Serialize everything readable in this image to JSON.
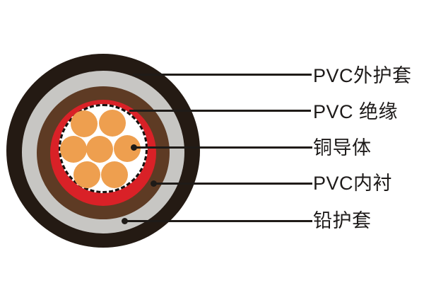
{
  "canvas": {
    "background": "#ffffff"
  },
  "layers": [
    {
      "name": "pvc-outer-sheath",
      "color": "#241a13"
    },
    {
      "name": "lead-sheath",
      "color": "#c7c6c3"
    },
    {
      "name": "pvc-inner-lining",
      "color": "#5e3b24"
    },
    {
      "name": "pvc-insulation",
      "color": "#d92127"
    },
    {
      "name": "filler",
      "color": "#ffffff",
      "border_color": "#151210"
    },
    {
      "name": "copper-conductor",
      "color": "#ee9f4f",
      "count": 7
    }
  ],
  "callouts": [
    {
      "text": "PVC外护套",
      "target": "pvc-outer-sheath"
    },
    {
      "text": "PVC 绝缘",
      "target": "pvc-insulation"
    },
    {
      "text": "铜导体",
      "target": "copper-conductor"
    },
    {
      "text": "PVC内衬",
      "target": "pvc-inner-lining"
    },
    {
      "text": "铅护套",
      "target": "lead-sheath"
    }
  ],
  "leader_line_color": "#1f1b18",
  "text_color": "#1d1a19"
}
